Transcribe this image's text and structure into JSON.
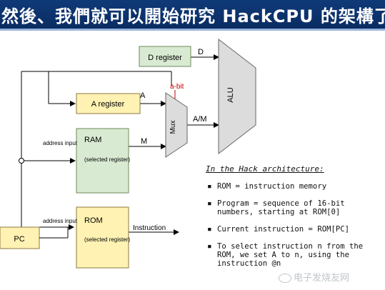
{
  "title": "然後、我們就可以開始研究 HackCPU 的架構了",
  "diagram": {
    "d_register": "D register",
    "a_register": "A register",
    "ram_title": "RAM",
    "ram_sub": "(selected register)",
    "rom_title": "ROM",
    "rom_sub": "(selected register)",
    "pc": "PC",
    "mux": "Mux",
    "alu": "ALU",
    "label_d": "D",
    "label_a": "A",
    "label_m": "M",
    "label_am": "A/M",
    "label_abit": "a-bit",
    "label_address_input_ram": "address input",
    "label_address_input_rom": "address input",
    "label_instruction": "Instruction"
  },
  "notes": {
    "heading": "In the Hack architecture:",
    "items": [
      "ROM = instruction memory",
      "Program = sequence of 16-bit numbers, starting at ROM[0]",
      "Current instruction = ROM[PC]",
      "To select instruction n from the ROM, we set A to n, using the instruction @n"
    ]
  },
  "watermark": "电子发烧友网",
  "colors": {
    "title_bg": "#0f3a78",
    "box_fill": "#d9ead3",
    "a_register_fill": "#fff2b3",
    "rom_fill": "#fff2b3",
    "pc_fill": "#fff2b3",
    "mux_alu_fill": "#dcdcdc",
    "abit_red": "#cc0000"
  }
}
